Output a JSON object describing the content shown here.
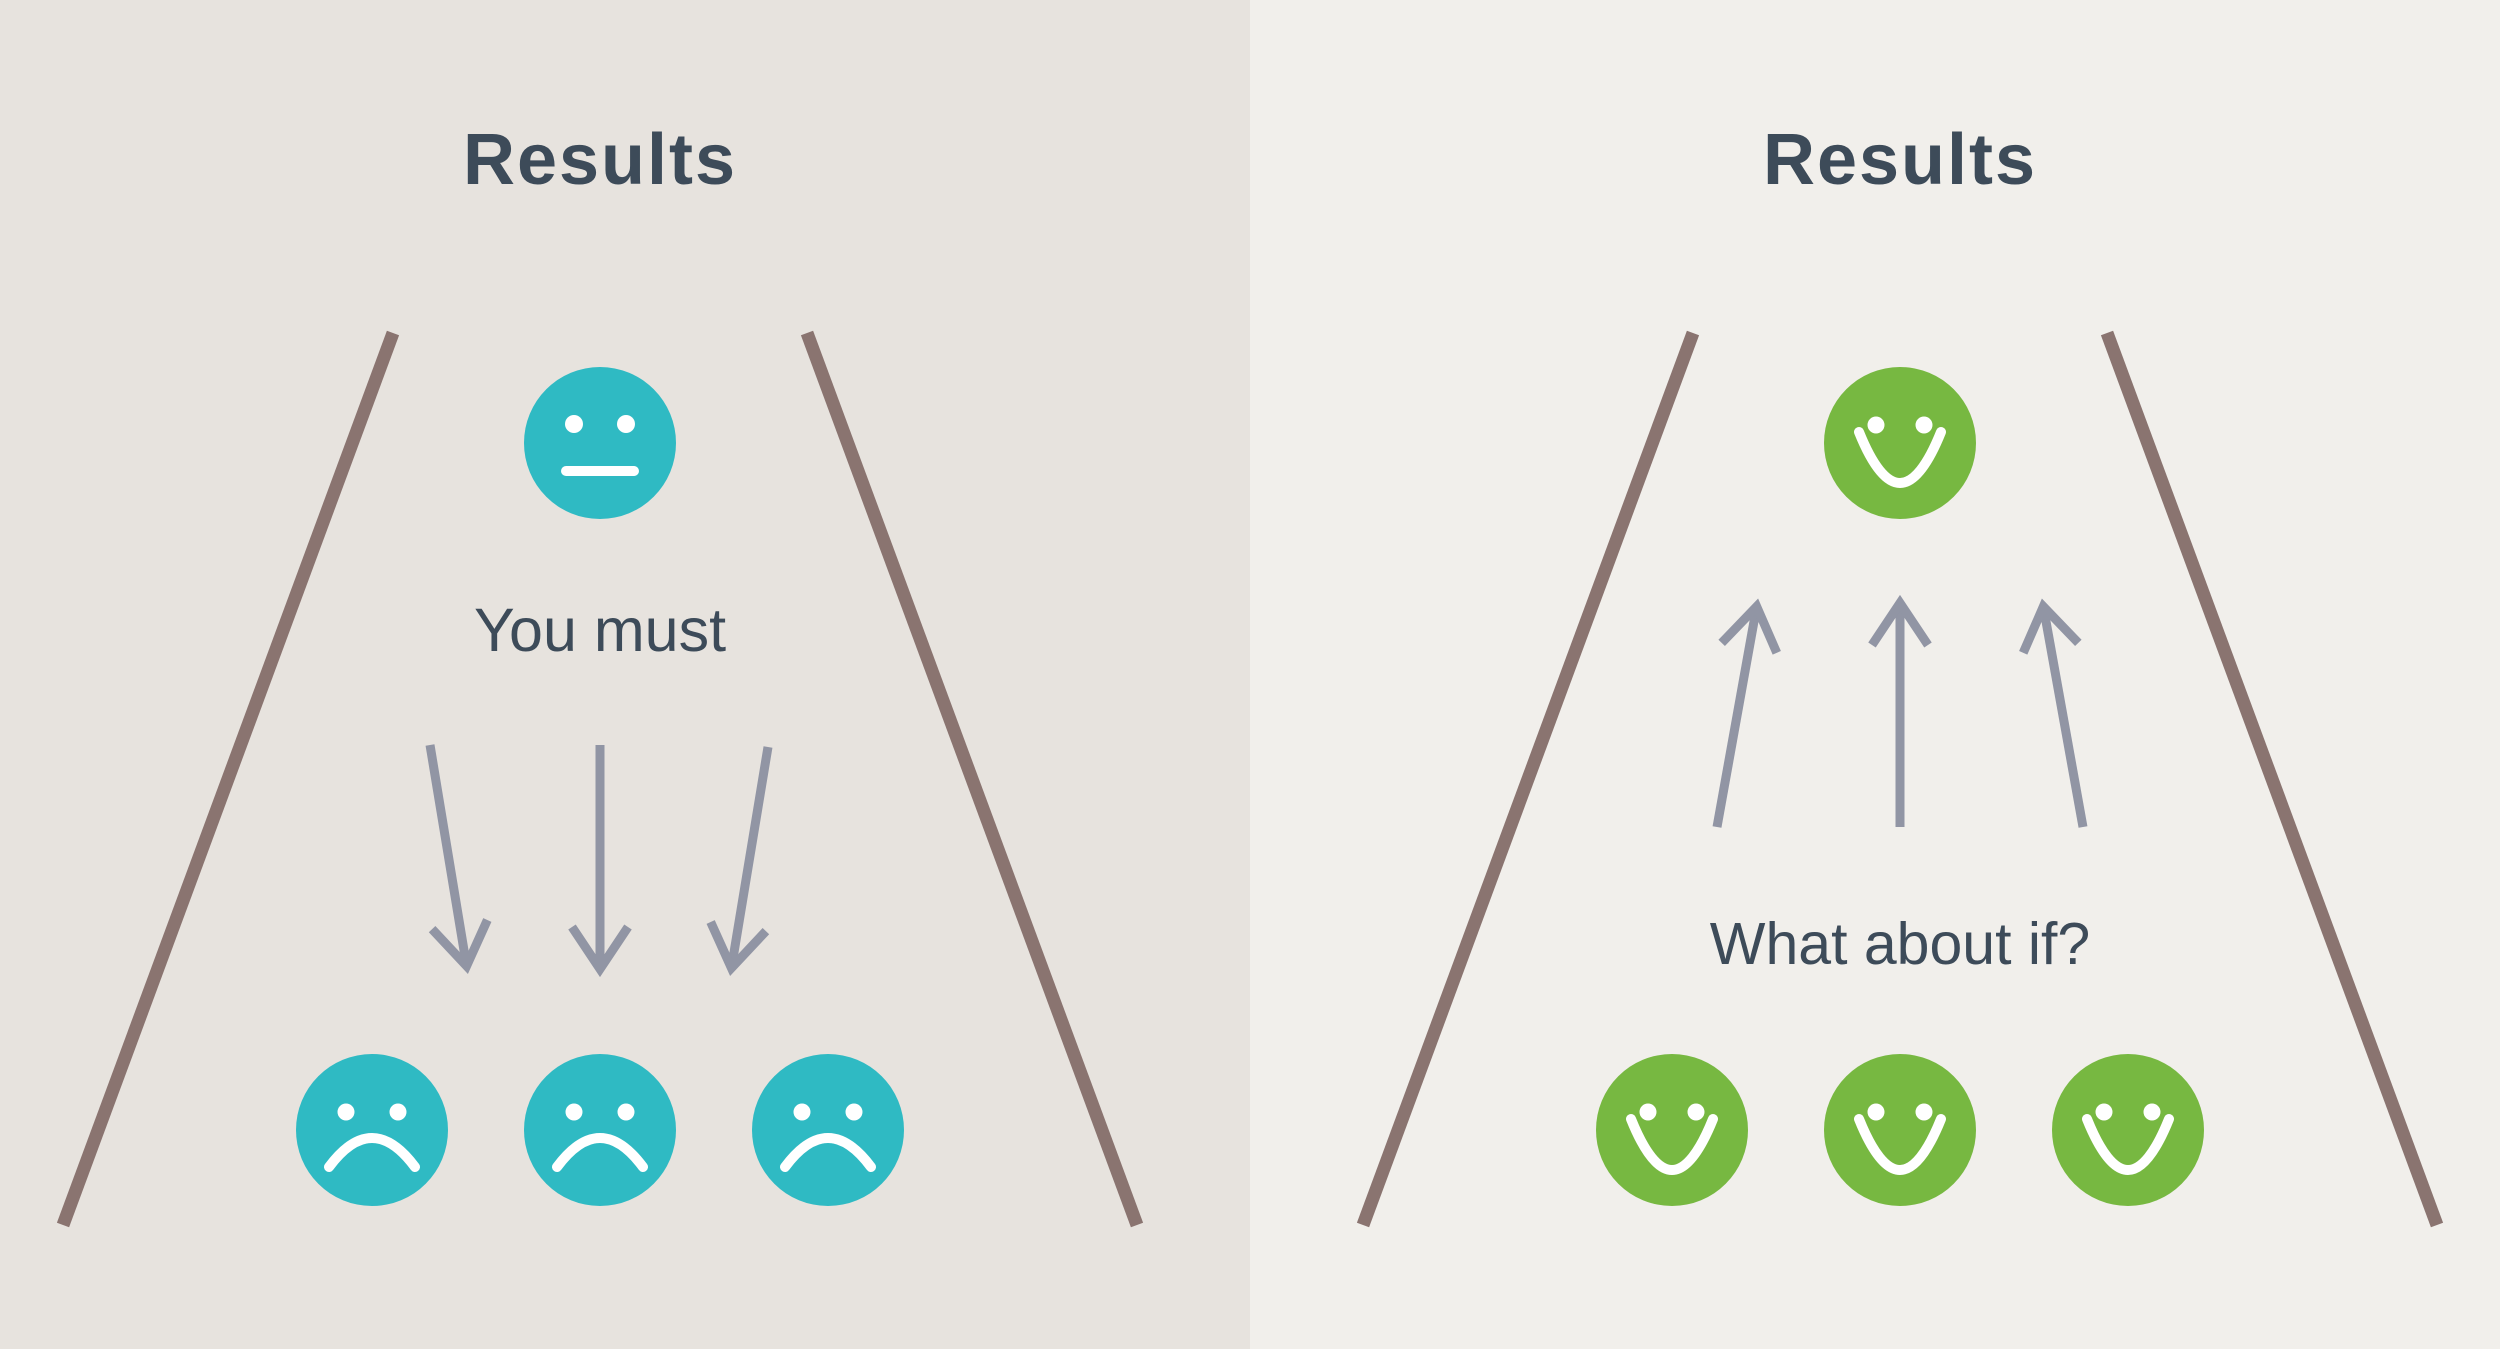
{
  "left_panel": {
    "title": "Results",
    "caption": "You must",
    "top_face_icon": "neutral-face-icon",
    "bottom_face_icons": [
      "sad-face-icon",
      "sad-face-icon",
      "sad-face-icon"
    ],
    "arrow_icon": "down-arrow-icon",
    "arrow_direction": "down",
    "arrow_count": 3
  },
  "right_panel": {
    "title": "Results",
    "caption": "What about if?",
    "top_face_icon": "happy-face-icon",
    "bottom_face_icons": [
      "happy-face-icon",
      "happy-face-icon",
      "happy-face-icon"
    ],
    "arrow_icon": "up-arrow-icon",
    "arrow_direction": "up",
    "arrow_count": 3
  },
  "colors": {
    "teal": "#2fbac3",
    "green": "#77b841",
    "line": "#8a7470",
    "arrow": "#9195a4",
    "text": "#3d4b59",
    "bg_left": "#e7e3de",
    "bg_right": "#f1efeb",
    "face_features": "#ffffff"
  }
}
